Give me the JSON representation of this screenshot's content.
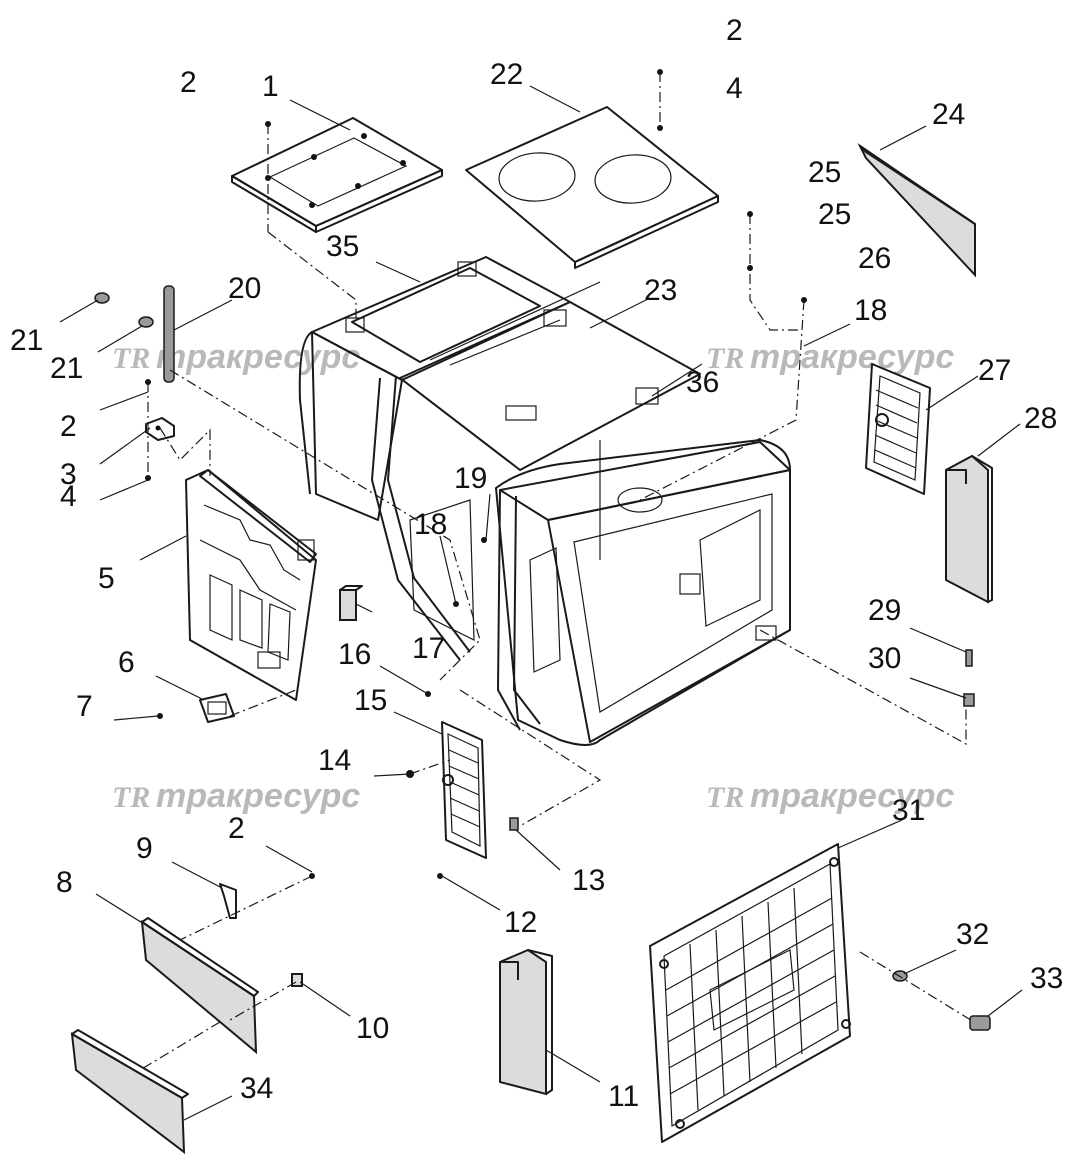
{
  "watermark": {
    "logo": "TR",
    "text": "тракресурс"
  },
  "callouts": [
    {
      "id": "c1",
      "label": "1"
    },
    {
      "id": "c2a",
      "label": "2"
    },
    {
      "id": "c2b",
      "label": "2"
    },
    {
      "id": "c2c",
      "label": "2"
    },
    {
      "id": "c2d",
      "label": "2"
    },
    {
      "id": "c3",
      "label": "3"
    },
    {
      "id": "c4a",
      "label": "4"
    },
    {
      "id": "c4b",
      "label": "4"
    },
    {
      "id": "c5",
      "label": "5"
    },
    {
      "id": "c6",
      "label": "6"
    },
    {
      "id": "c7",
      "label": "7"
    },
    {
      "id": "c8",
      "label": "8"
    },
    {
      "id": "c9",
      "label": "9"
    },
    {
      "id": "c10",
      "label": "10"
    },
    {
      "id": "c11",
      "label": "11"
    },
    {
      "id": "c12",
      "label": "12"
    },
    {
      "id": "c13",
      "label": "13"
    },
    {
      "id": "c14",
      "label": "14"
    },
    {
      "id": "c15",
      "label": "15"
    },
    {
      "id": "c16",
      "label": "16"
    },
    {
      "id": "c17",
      "label": "17"
    },
    {
      "id": "c18a",
      "label": "18"
    },
    {
      "id": "c18b",
      "label": "18"
    },
    {
      "id": "c19",
      "label": "19"
    },
    {
      "id": "c20",
      "label": "20"
    },
    {
      "id": "c21a",
      "label": "21"
    },
    {
      "id": "c21b",
      "label": "21"
    },
    {
      "id": "c22",
      "label": "22"
    },
    {
      "id": "c23",
      "label": "23"
    },
    {
      "id": "c24",
      "label": "24"
    },
    {
      "id": "c25a",
      "label": "25"
    },
    {
      "id": "c25b",
      "label": "25"
    },
    {
      "id": "c26",
      "label": "26"
    },
    {
      "id": "c27",
      "label": "27"
    },
    {
      "id": "c28",
      "label": "28"
    },
    {
      "id": "c29",
      "label": "29"
    },
    {
      "id": "c30",
      "label": "30"
    },
    {
      "id": "c31",
      "label": "31"
    },
    {
      "id": "c32",
      "label": "32"
    },
    {
      "id": "c33",
      "label": "33"
    },
    {
      "id": "c34",
      "label": "34"
    },
    {
      "id": "c35",
      "label": "35"
    },
    {
      "id": "c36",
      "label": "36"
    }
  ]
}
